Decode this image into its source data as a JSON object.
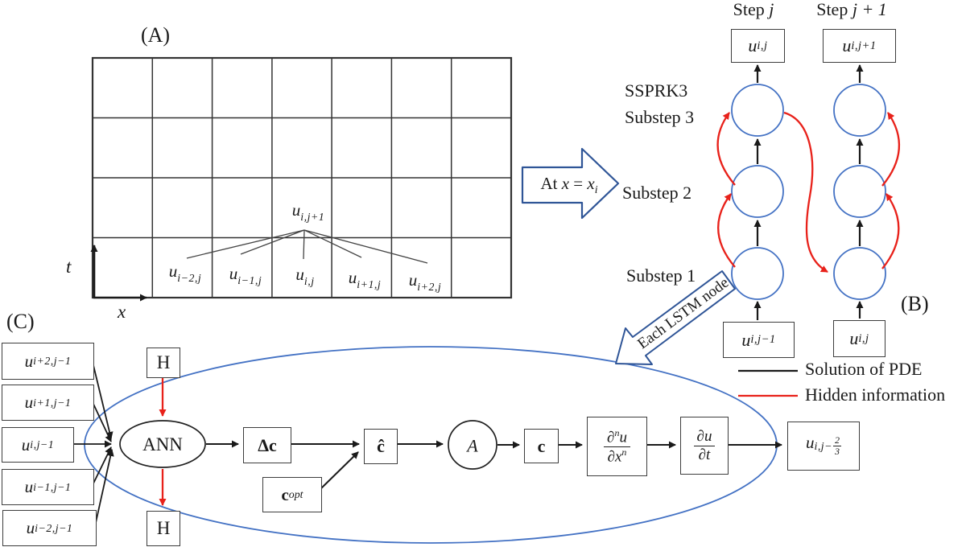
{
  "colors": {
    "circle_blue": "#4472c4",
    "outline_blue": "#2f5597",
    "hidden_red": "#e8211a",
    "pde_black": "#1a1a1a",
    "grid_gray": "#333333"
  },
  "panel_a": {
    "label": "(A)",
    "t_axis": "t",
    "x_axis": "x",
    "u_top": {
      "base": "u",
      "sub": "i,j+1"
    },
    "stencil": [
      {
        "base": "u",
        "sub": "i−2,j"
      },
      {
        "base": "u",
        "sub": "i−1,j"
      },
      {
        "base": "u",
        "sub": "i,j"
      },
      {
        "base": "u",
        "sub": "i+1,j"
      },
      {
        "base": "u",
        "sub": "i+2,j"
      }
    ]
  },
  "connector": {
    "pre": "At ",
    "var1": "x",
    "eq": " = ",
    "var2": "x",
    "sub": "i"
  },
  "lstm_arrow_label": "Each LSTM node",
  "panel_b": {
    "label": "(B)",
    "col_headers": [
      {
        "pre": "Step ",
        "var": "j"
      },
      {
        "pre": "Step ",
        "var": "j + 1"
      }
    ],
    "top_boxes": [
      {
        "base": "u",
        "sub": "i,j"
      },
      {
        "base": "u",
        "sub": "i,j+1"
      }
    ],
    "bottom_boxes": [
      {
        "base": "u",
        "sub": "i,j−1"
      },
      {
        "base": "u",
        "sub": "i,j"
      }
    ],
    "ssprk3": "SSPRK3",
    "substep3": "Substep 3",
    "substep2": "Substep 2",
    "substep1": "Substep 1",
    "legend": [
      {
        "label": "Solution of PDE"
      },
      {
        "label": "Hidden information"
      }
    ]
  },
  "panel_c": {
    "label": "(C)",
    "inputs": [
      {
        "base": "u",
        "sub": "i+2,j−1"
      },
      {
        "base": "u",
        "sub": "i+1,j−1"
      },
      {
        "base": "u",
        "sub": "i,j−1"
      },
      {
        "base": "u",
        "sub": "i−1,j−1"
      },
      {
        "base": "u",
        "sub": "i−2,j−1"
      }
    ],
    "h_top": "H",
    "h_bottom": "H",
    "ann": "ANN",
    "delta_c": "Δc",
    "c_hat": "ĉ",
    "a_node": "A",
    "c_node": "c",
    "c_opt": {
      "base": "c",
      "sub": "opt"
    },
    "frac1": {
      "num_d": "∂",
      "num_sup": "n",
      "num_v": "u",
      "den_d": "∂",
      "den_v": "x",
      "den_sup": "n"
    },
    "frac2": {
      "num_d": "∂",
      "num_v": "u",
      "den_d": "∂",
      "den_v": "t"
    },
    "output": {
      "base": "u",
      "sub_pre": "i,j−",
      "frac_num": "2",
      "frac_den": "3"
    }
  }
}
